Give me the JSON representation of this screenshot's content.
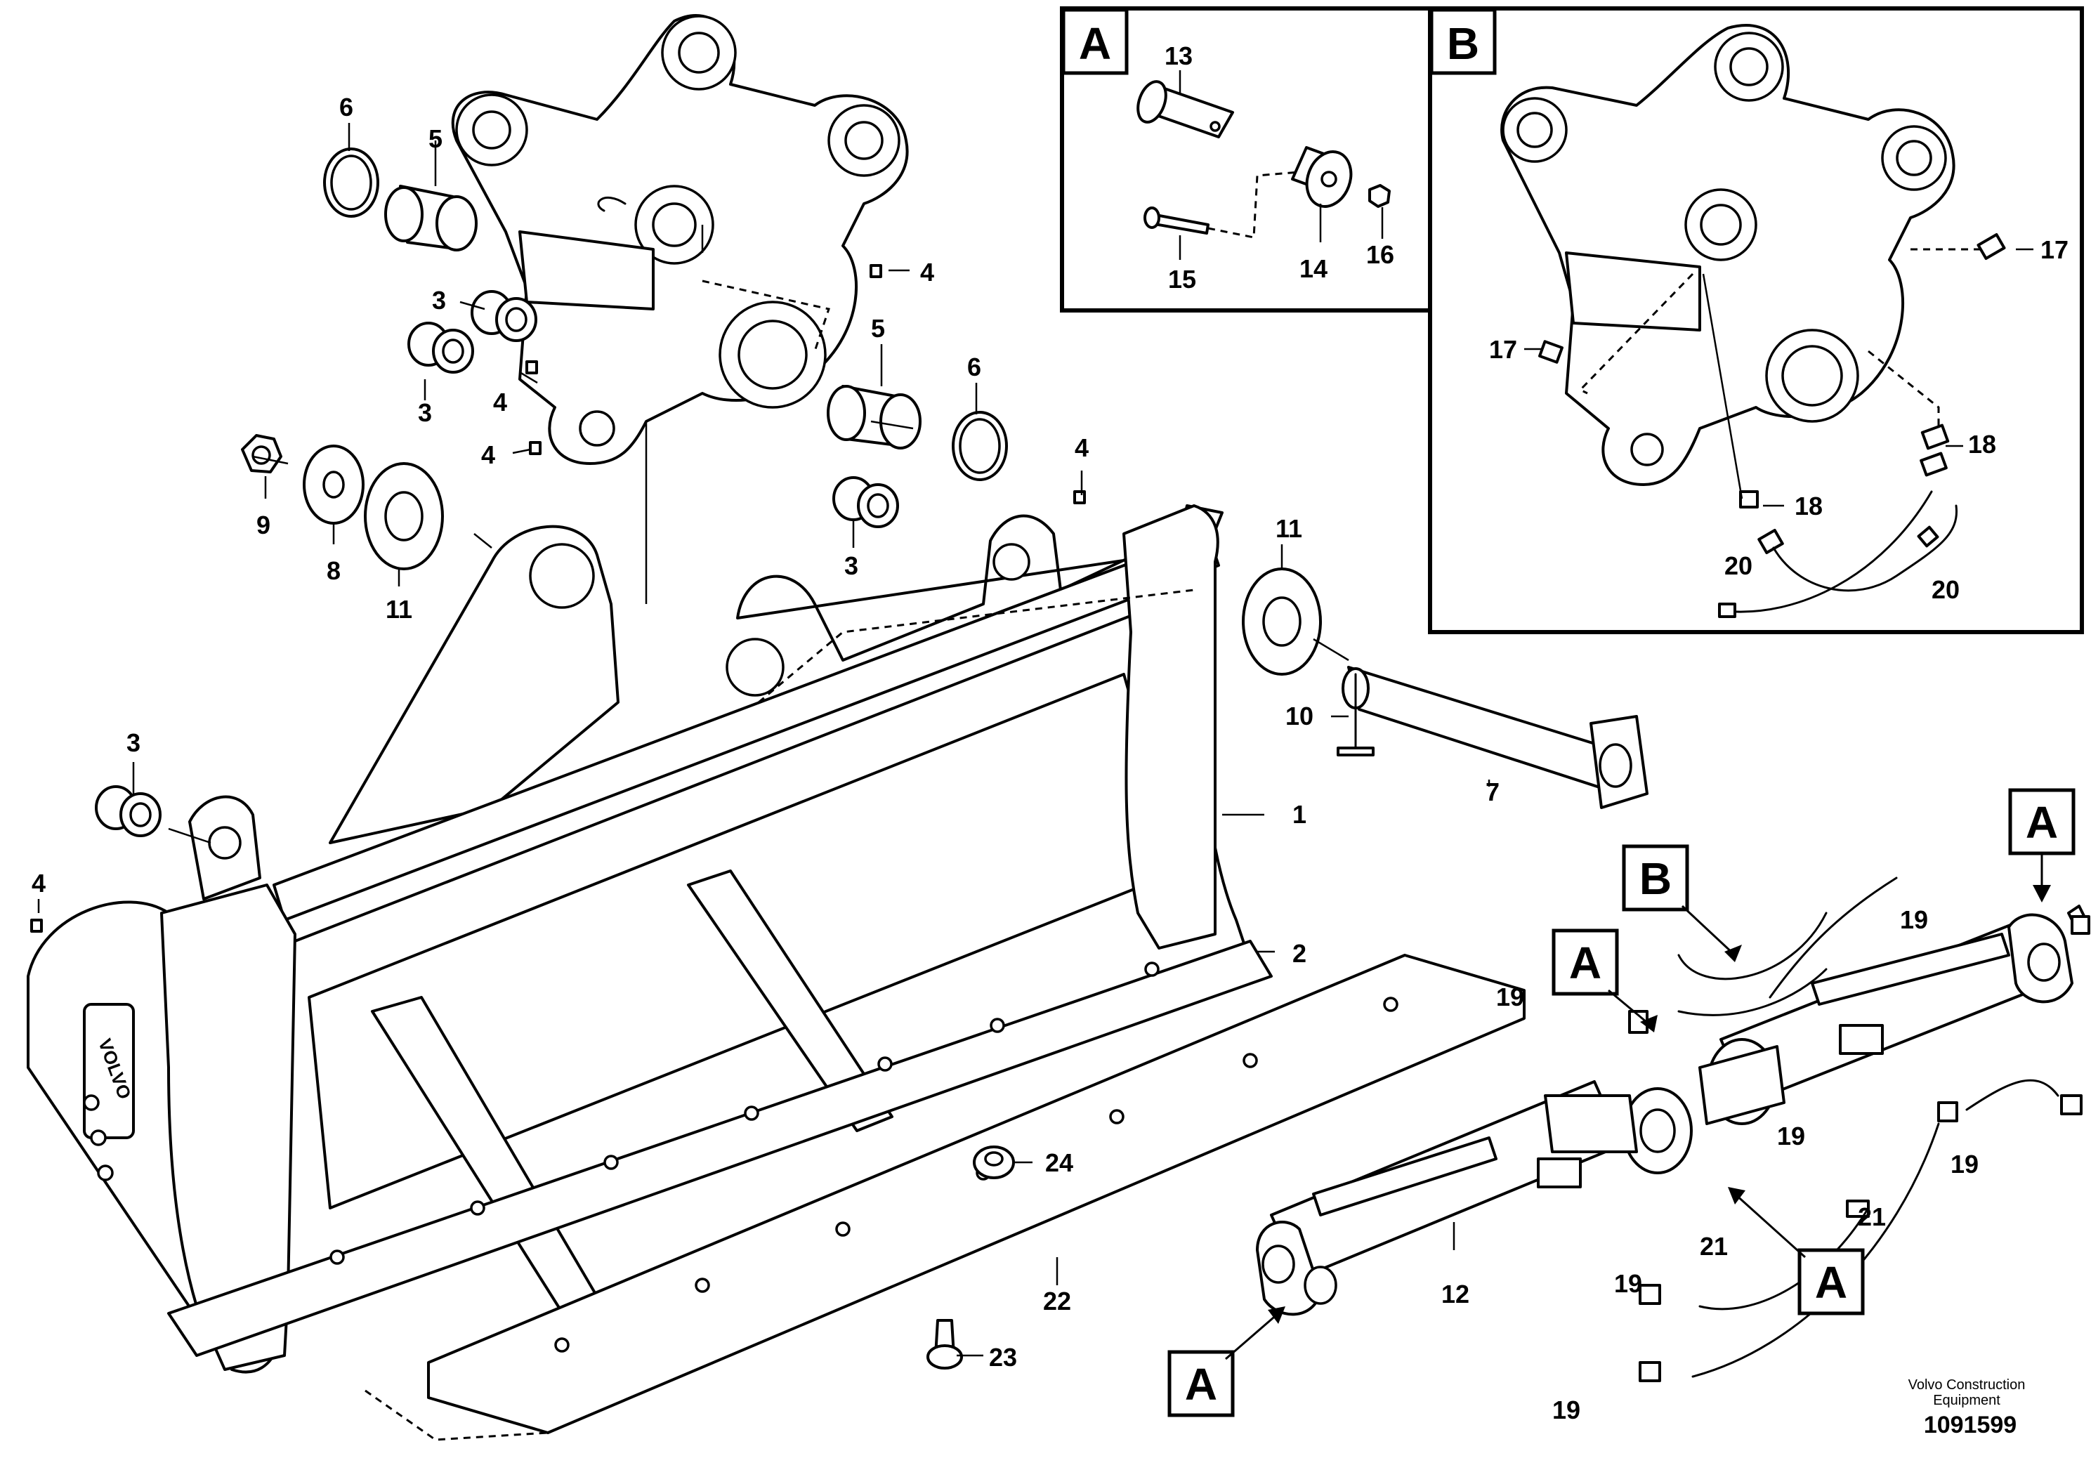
{
  "callouts": {
    "c1": "1",
    "c2": "2",
    "c3a": "3",
    "c3b": "3",
    "c3c": "3",
    "c3d": "3",
    "c4a": "4",
    "c4b": "4",
    "c4c": "4",
    "c4d": "4",
    "c4e": "4",
    "c5a": "5",
    "c5b": "5",
    "c6a": "6",
    "c6b": "6",
    "c7": "7",
    "c8": "8",
    "c9": "9",
    "c10": "10",
    "c11a": "11",
    "c11b": "11",
    "c12": "12",
    "c13": "13",
    "c14": "14",
    "c15": "15",
    "c16": "16",
    "c17a": "17",
    "c17b": "17",
    "c18a": "18",
    "c18b": "18",
    "c19a": "19",
    "c19b": "19",
    "c19c": "19",
    "c19d": "19",
    "c19e": "19",
    "c19f": "19",
    "c20a": "20",
    "c20b": "20",
    "c21a": "21",
    "c21b": "21",
    "c22": "22",
    "c23": "23",
    "c24": "24"
  },
  "detail_labels": {
    "inset_a": "A",
    "inset_b": "B",
    "ref_b": "B",
    "ref_a1": "A",
    "ref_a2": "A",
    "ref_a3": "A",
    "ref_a4": "A"
  },
  "brand_plate": "VOLVO",
  "credit": {
    "line1": "Volvo Construction",
    "line2": "Equipment",
    "number": "1091599"
  }
}
